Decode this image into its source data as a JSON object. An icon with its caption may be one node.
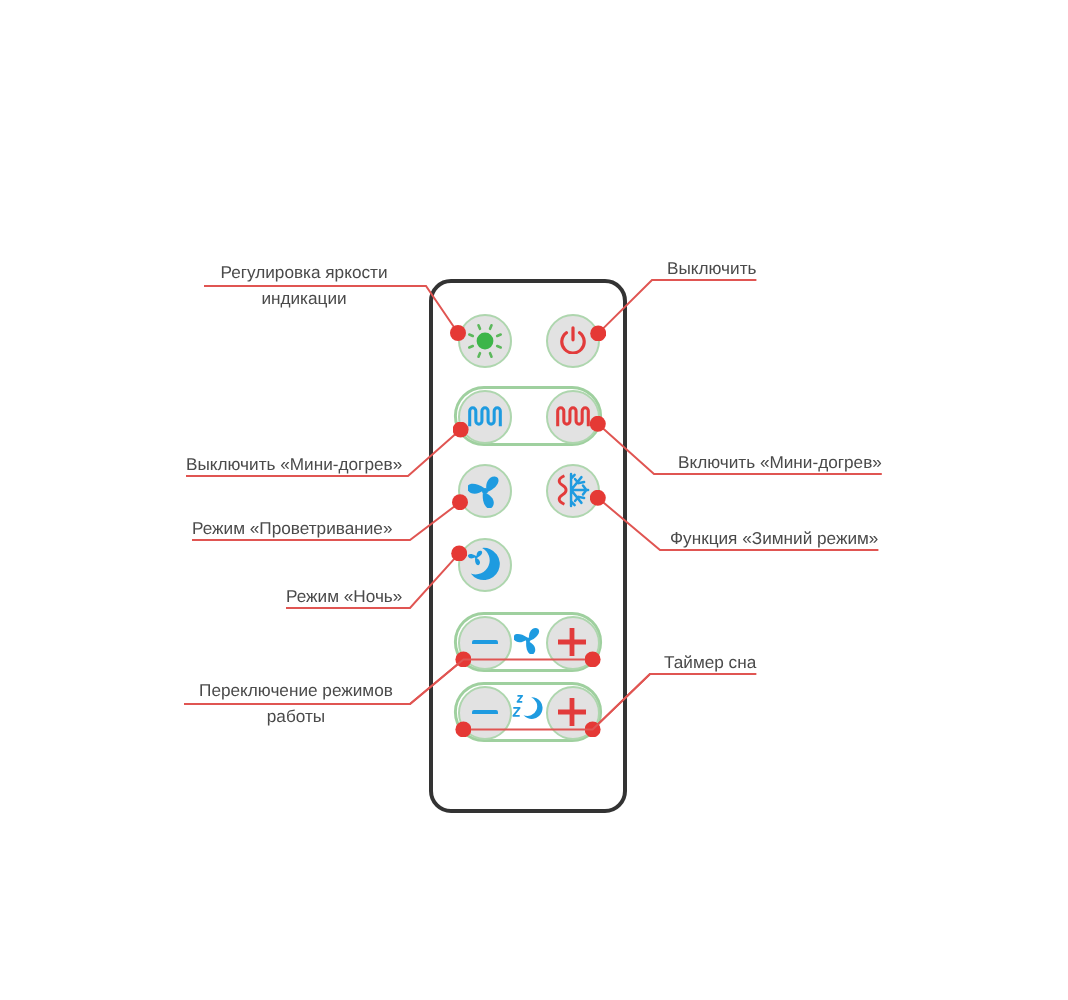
{
  "diagram": {
    "nodes": [
      {
        "text": [
          "Регулировка яркости индикации"
        ]
      },
      {
        "text": [
          "Выключить"
        ]
      },
      {
        "text": [],
        "shape": "circle"
      },
      {
        "text": [],
        "shape": "circle"
      },
      {
        "text": [],
        "shape": "circle"
      },
      {
        "text": [],
        "shape": "circle"
      },
      {
        "text": [
          "Выключить «Мини-догрев»"
        ]
      },
      {
        "text": [
          "Включить «Мини-догрев»"
        ]
      },
      {
        "text": [],
        "shape": "circle"
      },
      {
        "text": [],
        "shape": "circle"
      },
      {
        "text": [
          "Режим «Проветривание»"
        ]
      },
      {
        "text": [
          "Функция «Зимний режим»"
        ]
      },
      {
        "text": [],
        "shape": "circle"
      },
      {
        "text": [
          "Режим «Ночь»"
        ]
      },
      {
        "text": [],
        "shape": "circle"
      },
      {
        "text": [],
        "shape": "circle"
      },
      {
        "text": [
          "Таймер сна"
        ]
      },
      {
        "text": [
          "Переключение режимов работы"
        ]
      },
      {
        "text": [],
        "shape": "circle"
      },
      {
        "text": [],
        "shape": "circle"
      }
    ],
    "edges": [
      {
        "from": 0,
        "to": 2,
        "arrow": "other"
      },
      {
        "from": 1,
        "to": 3,
        "arrow": "other"
      },
      {
        "from": 6,
        "to": 4,
        "arrow": "other"
      },
      {
        "from": 7,
        "to": 5,
        "arrow": "other"
      },
      {
        "from": 10,
        "to": 8,
        "arrow": "other"
      },
      {
        "from": 11,
        "to": 9,
        "arrow": "other"
      },
      {
        "from": 13,
        "to": 12,
        "arrow": "other"
      },
      {
        "from": 17,
        "to": 14,
        "arrow": "other"
      },
      {
        "from": 17,
        "to": 15,
        "arrow": "other"
      },
      {
        "from": 16,
        "to": 19,
        "arrow": "other"
      },
      {
        "from": 16,
        "to": 18,
        "arrow": "other"
      }
    ]
  }
}
